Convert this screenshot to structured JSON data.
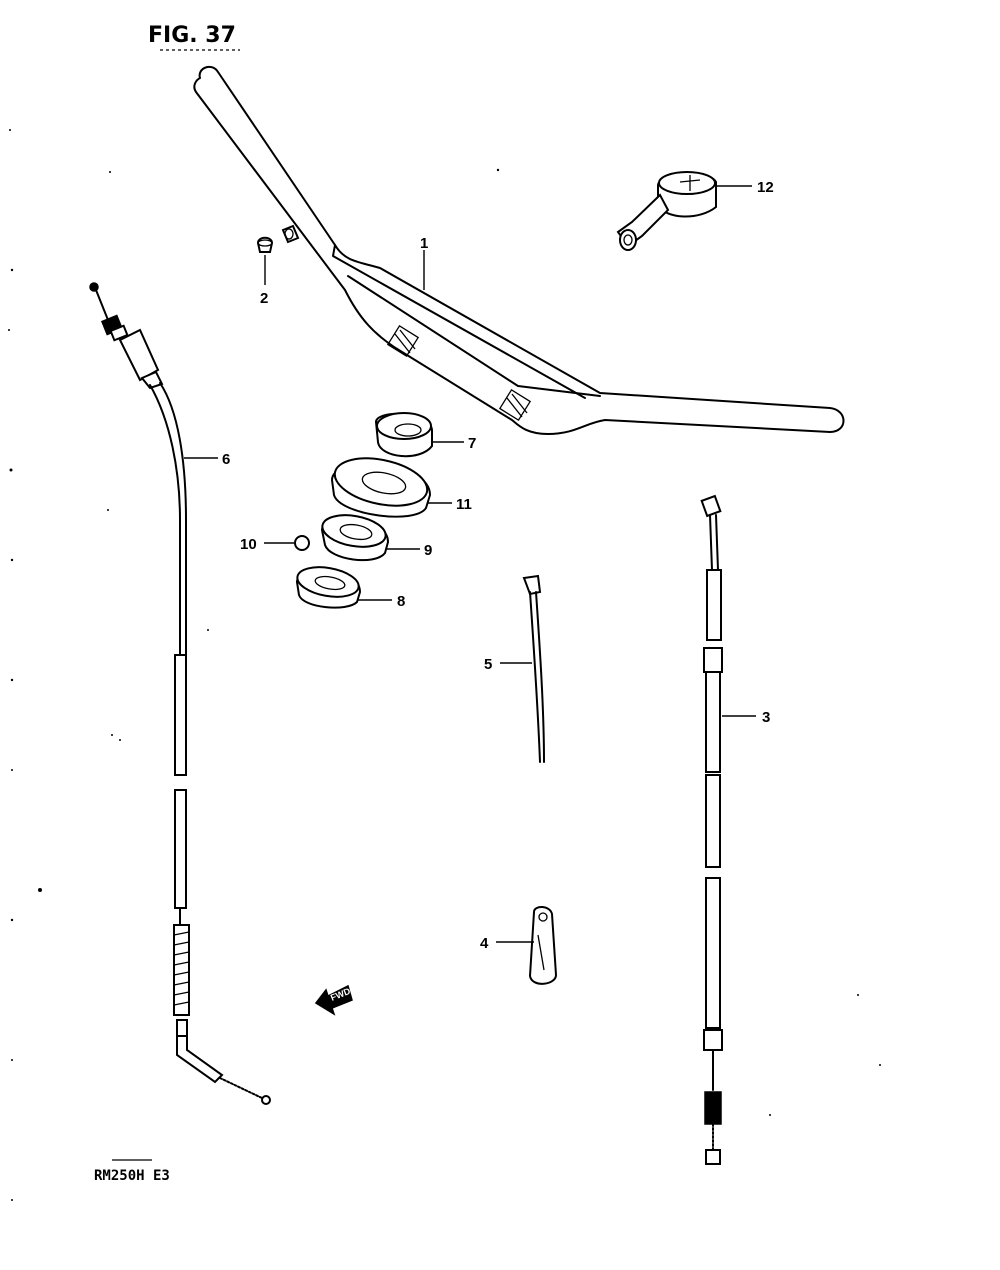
{
  "figure": {
    "title": "FIG. 37",
    "model": "RM250H E3",
    "fwd_label": "FWD"
  },
  "callouts": [
    {
      "id": "1",
      "label": "1"
    },
    {
      "id": "2",
      "label": "2"
    },
    {
      "id": "3",
      "label": "3"
    },
    {
      "id": "4",
      "label": "4"
    },
    {
      "id": "5",
      "label": "5"
    },
    {
      "id": "6",
      "label": "6"
    },
    {
      "id": "7",
      "label": "7"
    },
    {
      "id": "8",
      "label": "8"
    },
    {
      "id": "9",
      "label": "9"
    },
    {
      "id": "10",
      "label": "10"
    },
    {
      "id": "11",
      "label": "11"
    },
    {
      "id": "12",
      "label": "12"
    }
  ]
}
